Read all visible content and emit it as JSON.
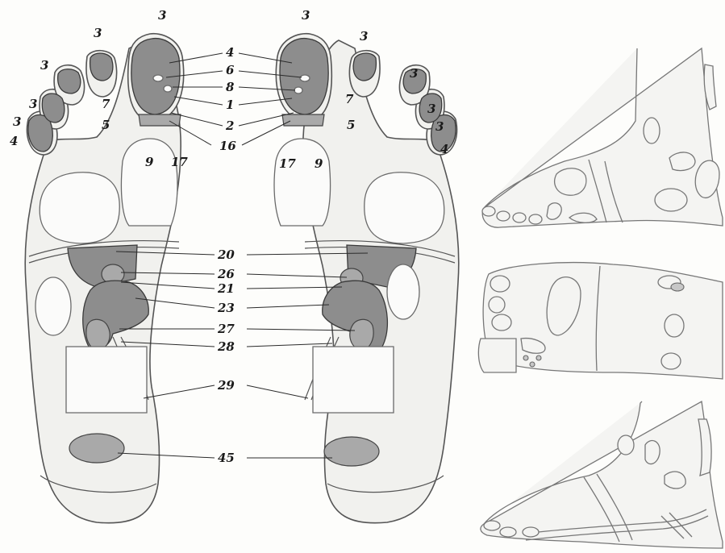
{
  "diagram": {
    "top_labels": {
      "big_toe_left": "3",
      "big_toe_right": "3",
      "toe2_left": "3",
      "toe2_right": "3",
      "toe3_left": "3",
      "toe3_right": "3",
      "toe4_left": "3",
      "toe4_right": "3",
      "toe5_left": "3",
      "toe5_right": "3",
      "edge_left": "4",
      "edge_right": "4"
    },
    "center_labels": [
      "4",
      "6",
      "8",
      "1",
      "2",
      "16",
      "20",
      "26",
      "21",
      "23",
      "27",
      "28",
      "29",
      "45"
    ],
    "side_labels": {
      "seven_left": "7",
      "seven_right": "7",
      "five_left": "5",
      "five_right": "5",
      "nine_left": "9",
      "nine_right": "9",
      "seventeen_left": "17",
      "seventeen_right": "17"
    }
  }
}
